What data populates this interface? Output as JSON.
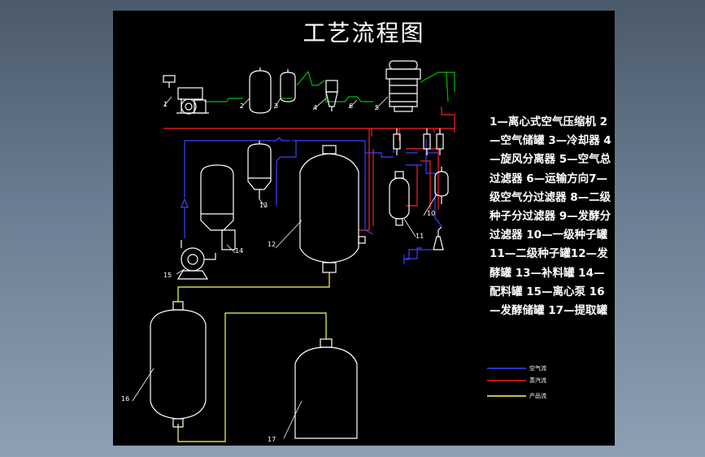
{
  "title": "工艺流程图",
  "legend_text": "1—离心式空气压缩机 2—空气储罐 3—冷却器 4—旋风分离器 5—空气总过滤器 6—运输方向7—级空气分过滤器 8—二级种子分过滤器 9—发酵分过滤器 10—一级种子罐 11—二级种子罐12—发酵罐 13—补料罐 14—配料罐 15—离心泵 16—发酵储罐 17—提取罐",
  "equipment_labels": [
    "1",
    "2",
    "3",
    "4",
    "6",
    "5",
    "14",
    "15",
    "13",
    "12",
    "10",
    "11",
    "16",
    "17"
  ],
  "flow_types": {
    "air": "空气流",
    "steam": "蒸汽流",
    "product": "产品流"
  },
  "colors": {
    "air": "#4040ff",
    "air_green": "#00c000",
    "steam": "#ff2020",
    "product": "#ffff60",
    "equipment": "#ffffff",
    "background": "#000000"
  }
}
